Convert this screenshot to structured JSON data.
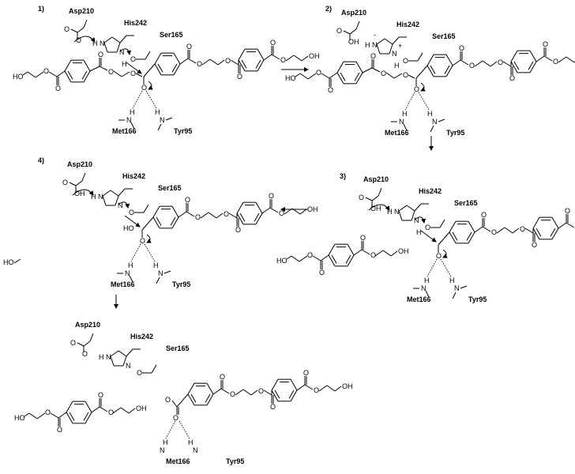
{
  "steps": {
    "s1": "1)",
    "s2": "2)",
    "s3": "3)",
    "s4": "4)"
  },
  "residues": {
    "asp": "Asp210",
    "his": "His242",
    "ser": "Ser165",
    "met": "Met166",
    "tyr": "Tyr95"
  },
  "atoms": {
    "o": "O",
    "n": "N",
    "h": "H",
    "ho": "HO",
    "oh": "OH",
    "minus": "-",
    "plus": "+"
  },
  "colors": {
    "ink": "#000000",
    "background": "#ffffff"
  }
}
